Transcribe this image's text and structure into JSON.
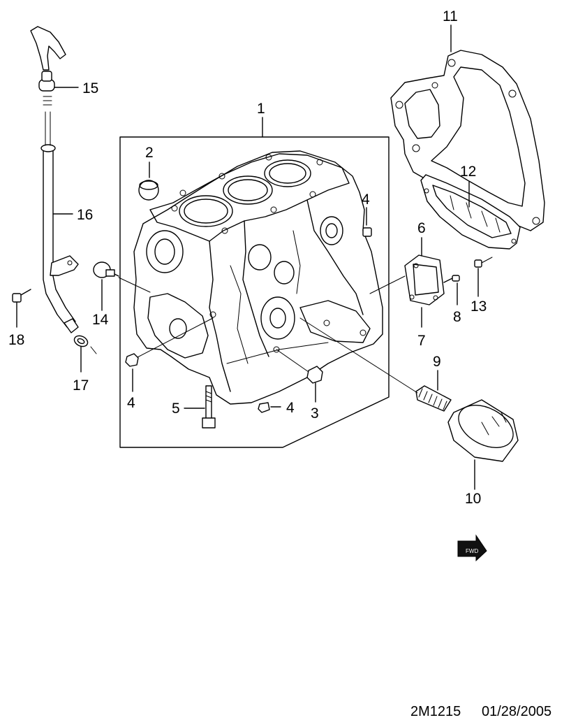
{
  "callouts": {
    "c1": "1",
    "c2": "2",
    "c3": "3",
    "c4a": "4",
    "c4b": "4",
    "c4c": "4",
    "c5": "5",
    "c6": "6",
    "c7": "7",
    "c8": "8",
    "c9": "9",
    "c10": "10",
    "c11": "11",
    "c12": "12",
    "c13": "13",
    "c14": "14",
    "c15": "15",
    "c16": "16",
    "c17": "17",
    "c18": "18"
  },
  "footer": {
    "code": "2M1215",
    "date": "01/28/2005"
  },
  "direction_badge": "FWD"
}
